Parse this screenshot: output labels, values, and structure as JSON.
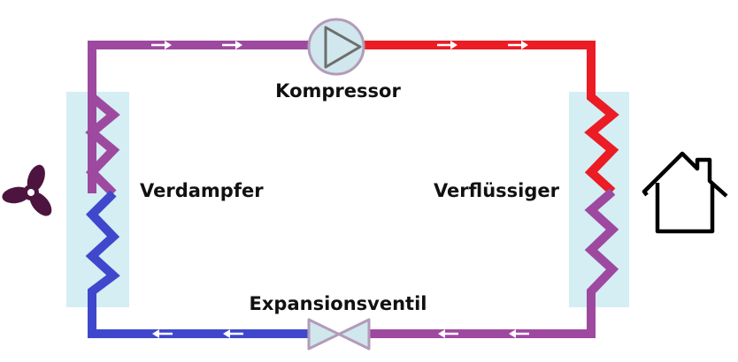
{
  "labels": {
    "compressor": "Kompressor",
    "evaporator": "Verdampfer",
    "condenser": "Verflüssiger",
    "expansion_valve": "Expansionsventil"
  },
  "colors": {
    "hot": "#ec1c24",
    "warm": "#9e49a0",
    "cold": "#3f48cc",
    "exchanger_fill": "#d4eef4",
    "component_stroke": "#b39bb8",
    "component_fill": "#cfe7ed",
    "fan": "#4d1440",
    "house": "#000000",
    "arrow": "#ffffff"
  },
  "icons": {
    "fan": "fan-icon",
    "house": "house-icon",
    "compressor": "compressor-symbol",
    "valve": "expansion-valve-symbol"
  }
}
